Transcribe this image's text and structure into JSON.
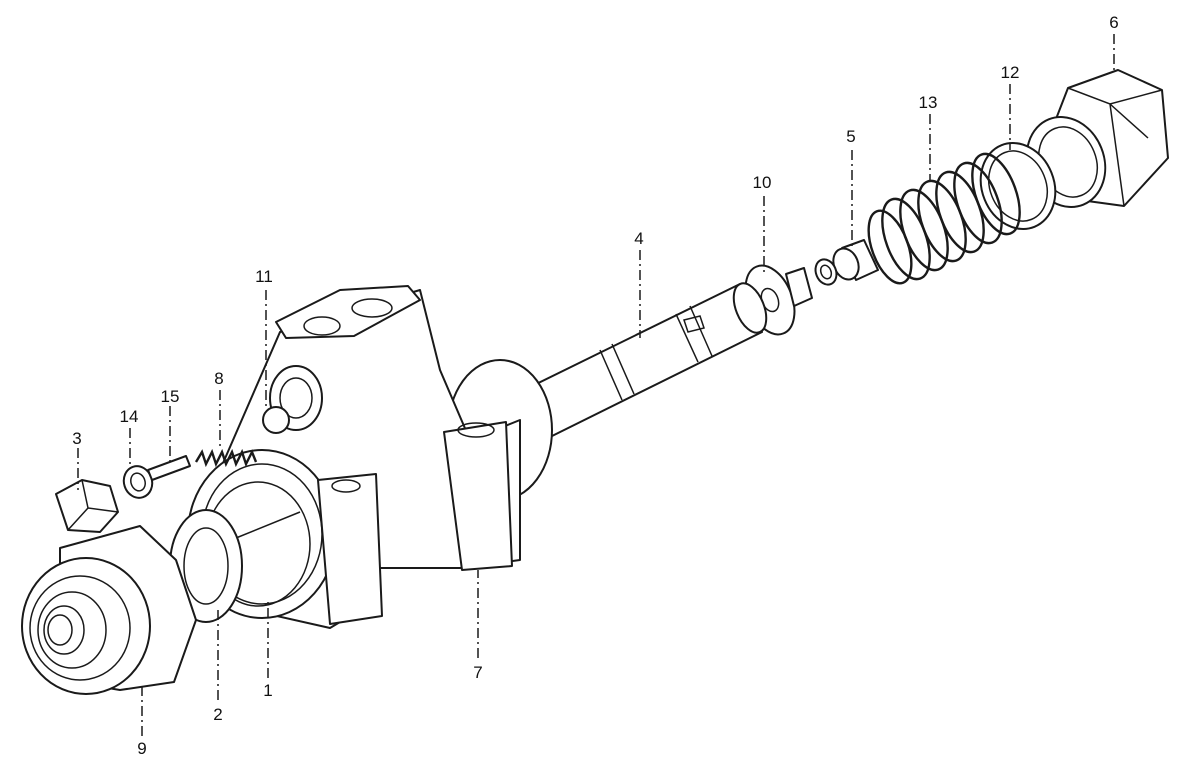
{
  "diagram": {
    "type": "exploded-parts-drawing",
    "callouts": [
      {
        "id": "c1",
        "label": "1"
      },
      {
        "id": "c2",
        "label": "2"
      },
      {
        "id": "c3",
        "label": "3"
      },
      {
        "id": "c4",
        "label": "4"
      },
      {
        "id": "c5",
        "label": "5"
      },
      {
        "id": "c6",
        "label": "6"
      },
      {
        "id": "c7",
        "label": "7"
      },
      {
        "id": "c8",
        "label": "8"
      },
      {
        "id": "c9",
        "label": "9"
      },
      {
        "id": "c10",
        "label": "10"
      },
      {
        "id": "c11",
        "label": "11"
      },
      {
        "id": "c12",
        "label": "12"
      },
      {
        "id": "c13",
        "label": "13"
      },
      {
        "id": "c14",
        "label": "14"
      },
      {
        "id": "c15",
        "label": "15"
      }
    ]
  }
}
